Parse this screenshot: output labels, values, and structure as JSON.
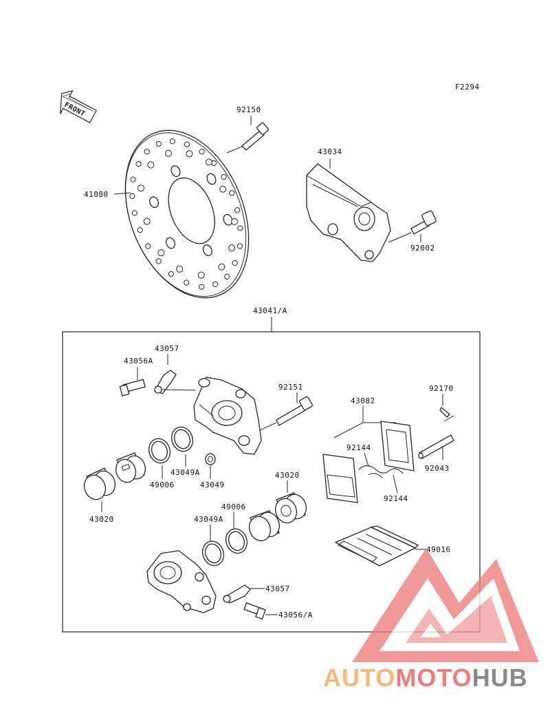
{
  "diagram_id": "F2294",
  "front_label": "FRONT",
  "parts": {
    "disc": "41080",
    "disc_bolt": "92150",
    "caliper_bracket": "43034",
    "bracket_bolt": "92002",
    "caliper_assy": "43041/A",
    "bleed_cap": "43057",
    "bleed_valve": "43056A",
    "caliper_bolt": "92151",
    "pad_set": "43082",
    "clip": "92170",
    "pad_spring_a": "92144",
    "pad_spring_b": "92144",
    "pad_pin": "92043",
    "piston_ring_a": "43049A",
    "seal_a": "49006",
    "ring_small": "43049",
    "piston_a": "43020",
    "piston_b": "43020",
    "seal_b": "49006",
    "piston_ring_b": "43049A",
    "pad_holder": "49016",
    "bleed_cap_b": "43057",
    "bleed_valve_b": "43056/A"
  },
  "watermark": {
    "part1": "AUTO",
    "part2": "MOTO",
    "part3": "HUB",
    "color_orange": "#f5b87a",
    "color_red": "#ee7c7c",
    "color_gray": "#8a8a8a"
  }
}
